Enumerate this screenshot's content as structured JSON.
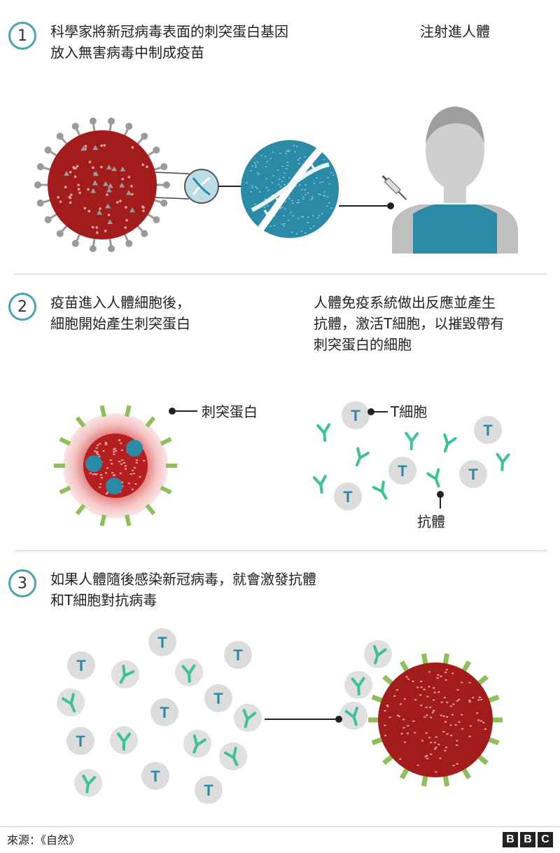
{
  "steps": [
    {
      "num": "1",
      "text_line1": "科學家將新冠病毒表面的刺突蛋白基因",
      "text_line2": "放入無害病毒中制成疫苗",
      "side_label": "注射進人體"
    },
    {
      "num": "2",
      "text_line1": "疫苗進入人體細胞後，",
      "text_line2": "細胞開始產生刺突蛋白",
      "right_line1": "人體免疫系統做出反應並產生",
      "right_line2": "抗體，激活T細胞，以摧毀帶有",
      "right_line3": "刺突蛋白的細胞",
      "label_spike": "刺突蛋白",
      "label_tcell": "T細胞",
      "label_antibody": "抗體"
    },
    {
      "num": "3",
      "text_line1": "如果人體隨後感染新冠病毒，就會激發抗體",
      "text_line2": "和T細胞對抗病毒"
    }
  ],
  "tcell_letter": "T",
  "footer": {
    "source": "來源：《自然》",
    "brand": [
      "B",
      "B",
      "C"
    ]
  },
  "colors": {
    "accent": "#4aa3ad",
    "virus_red": "#a31c1c",
    "dna_blue": "#2b8aa6",
    "antibody_green": "#3cc19a",
    "spike_green": "#8fbf5a"
  }
}
